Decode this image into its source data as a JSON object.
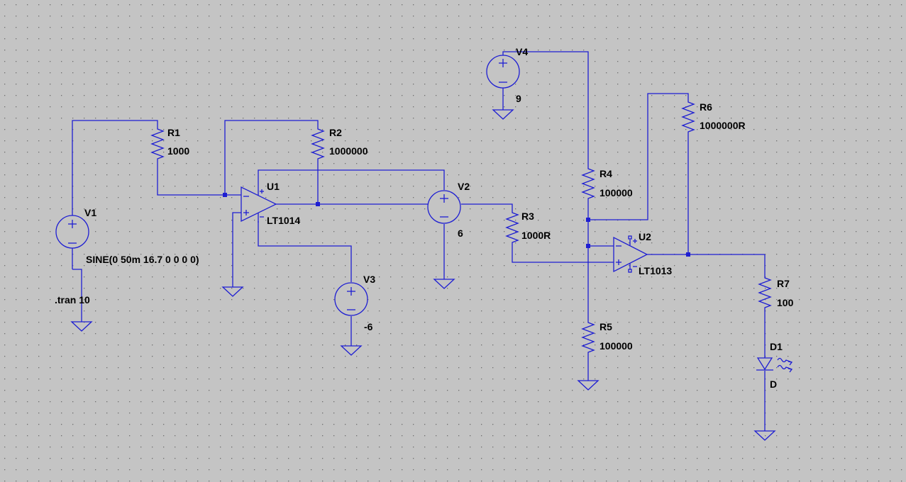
{
  "schematic": {
    "components": {
      "V1": {
        "name": "V1",
        "value": "SINE(0 50m 16.7 0 0 0 0)"
      },
      "R1": {
        "name": "R1",
        "value": "1000"
      },
      "R2": {
        "name": "R2",
        "value": "1000000"
      },
      "U1": {
        "name": "U1",
        "value": "LT1014"
      },
      "V2": {
        "name": "V2",
        "value": "6"
      },
      "V3": {
        "name": "V3",
        "value": "-6"
      },
      "R3": {
        "name": "R3",
        "value": "1000R"
      },
      "V4": {
        "name": "V4",
        "value": "9"
      },
      "R4": {
        "name": "R4",
        "value": "100000"
      },
      "R5": {
        "name": "R5",
        "value": "100000"
      },
      "R6": {
        "name": "R6",
        "value": "1000000R"
      },
      "U2": {
        "name": "U2",
        "value": "LT1013"
      },
      "R7": {
        "name": "R7",
        "value": "100"
      },
      "D1": {
        "name": "D1",
        "value": "D"
      }
    },
    "directive": ".tran 10",
    "colors": {
      "background": "#c4c4c4",
      "wire": "#1e1ed2",
      "grid": "#6e6e6e",
      "text": "#000000"
    }
  }
}
